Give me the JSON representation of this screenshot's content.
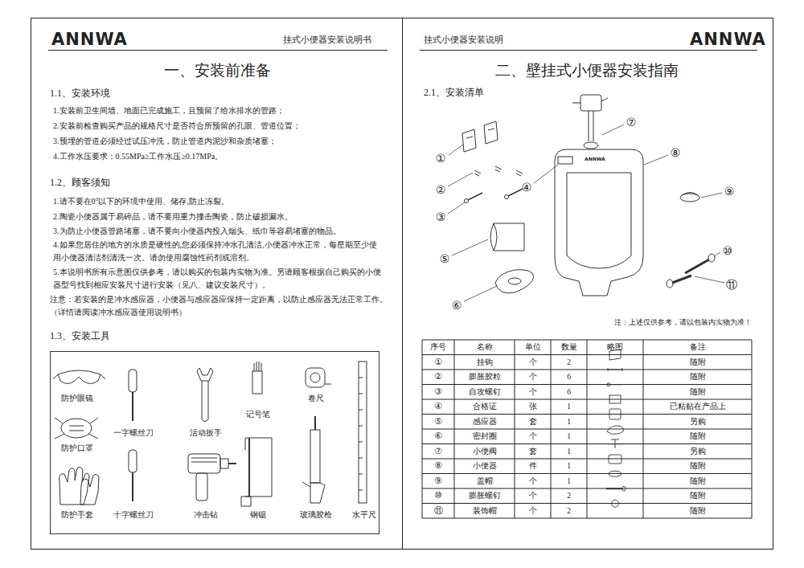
{
  "diagram": {
    "nodes": [
      {
        "text": [
          "防护眼镜",
          "防护口罩",
          "防护手套",
          "一字螺丝刀",
          "十字螺丝刀",
          "活动扳手",
          "冲击钻",
          "记号笔",
          "钢锯",
          "卷尺",
          "玻璃胶枪",
          "水平尺"
        ]
      }
    ],
    "labels": [
      "ANNWA",
      "挂式小便器安装说明书",
      "一、安装前准备",
      "1.1、安装环境",
      "1.安装前卫生间墙、地面已完成施工，且预留了给水排水的管路；",
      "2.安装前检查购买产品的规格尺寸是否符合所预留的孔眼、管道位置；",
      "3.预埋的管道必须经过试压冲洗，防止管道内泥沙和杂质堵塞；",
      "4.工作水压要求：0.55MPa≥工作水压≥0.17MPa。",
      "1.2、顾客须知",
      "1.请不要在0°以下的环境中使用、储存,防止冻裂。",
      "2.陶瓷小便器属于易碎品，请不要用重力撞击陶瓷，防止破损漏水。",
      "3.为防止小便器管路堵塞，请不要向小便器内投入烟头、纸巾等容易堵塞的物品。",
      "4.如果您居住的地方的水质是硬性的,您必须保持冲水孔清洁,小便器冲水正常，每星期至少使用小便器清洁剂清洗一次。请勿使用腐蚀性药剂或溶剂。",
      "5.本说明书所有示意图仅供参考，请以购买的包装内实物为准。另请顾客根据自己购买的小便器型号找到相应安装尺寸进行安装（见八、建议安装尺寸）。",
      "注意：若安装的是冲水感应器，小便器与感应器应保持一定距离，以防止感应器无法正常工作。（详情请阅读冲水感应器使用说明书）",
      "1.3、安装工具",
      "挂式小便器安装说明",
      "ANNWA",
      "二、壁挂式小便器安装指南",
      "2.1、安装清单",
      "ANNWA",
      "①",
      "②",
      "③",
      "④",
      "⑤",
      "⑥",
      "⑦",
      "⑧",
      "⑨",
      "⑩",
      "⑪",
      "注：上述仅供参考，请以包装内实物为准！",
      "序号",
      "名称",
      "单位",
      "数量",
      "略图",
      "备注",
      "①",
      "挂钩",
      "个",
      "2",
      "随附",
      "②",
      "膨胀胶粒",
      "个",
      "6",
      "随附",
      "③",
      "自攻螺钉",
      "个",
      "6",
      "随附",
      "④",
      "合格证",
      "张",
      "1",
      "已粘贴在产品上",
      "⑤",
      "感应器",
      "套",
      "1",
      "另购",
      "⑥",
      "密封圈",
      "个",
      "1",
      "随附",
      "⑦",
      "小便阀",
      "套",
      "1",
      "另购",
      "⑧",
      "小便器",
      "件",
      "1",
      "随附",
      "⑨",
      "盖帽",
      "个",
      "1",
      "随附",
      "⑩",
      "膨胀螺钉",
      "个",
      "2",
      "随附",
      "⑪",
      "装饰帽",
      "个",
      "2",
      "随附"
    ]
  }
}
